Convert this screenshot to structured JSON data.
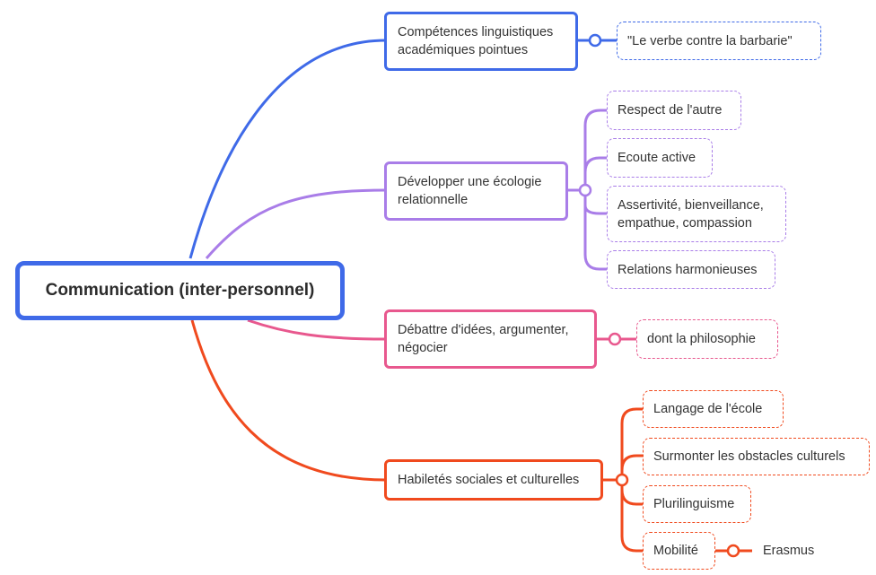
{
  "colors": {
    "blue": "#3f6ae8",
    "purple": "#a97de8",
    "pink": "#e8588e",
    "red": "#f04a1e"
  },
  "root": {
    "label": "Communication (inter-personnel)"
  },
  "branches": [
    {
      "label_lines": [
        "Compétences linguistiques",
        "académiques pointues"
      ],
      "children": [
        "\"Le verbe contre la barbarie\""
      ]
    },
    {
      "label_lines": [
        "Développer une écologie",
        "relationnelle"
      ],
      "children": [
        [
          "Respect de l'autre"
        ],
        [
          "Ecoute active"
        ],
        [
          "Assertivité, bienveillance,",
          "empathue, compassion"
        ],
        [
          "Relations harmonieuses"
        ]
      ]
    },
    {
      "label_lines": [
        "Débattre d'idées, argumenter,",
        "négocier"
      ],
      "children": [
        "dont la philosophie"
      ]
    },
    {
      "label_lines": [
        "Habiletés sociales et culturelles"
      ],
      "children": [
        "Langage de l'école",
        "Surmonter les obstacles culturels",
        "Plurilinguisme",
        "Mobilité"
      ],
      "grandchild": "Erasmus"
    }
  ]
}
